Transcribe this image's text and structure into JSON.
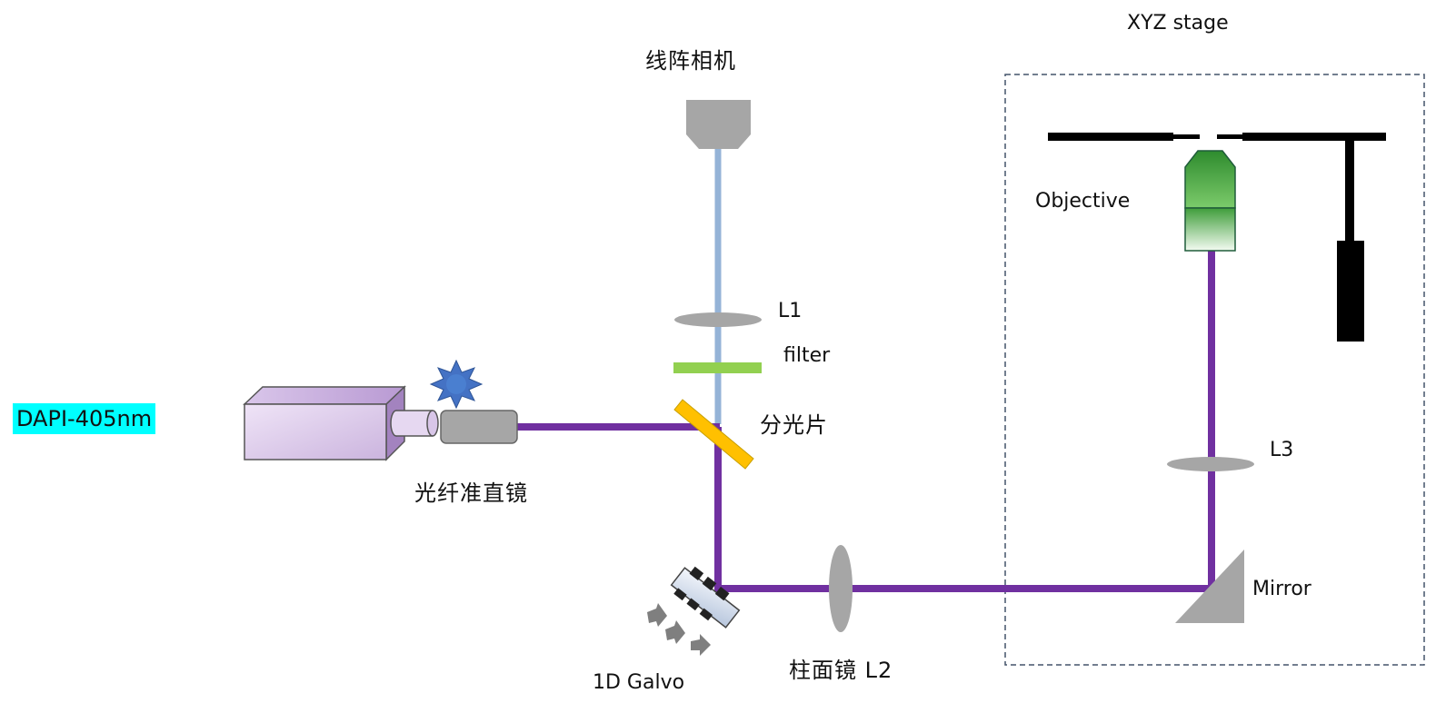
{
  "labels": {
    "stage": "XYZ stage",
    "camera": "线阵相机",
    "objective": "Objective",
    "l1": "L1",
    "filter": "filter",
    "splitter": "分光片",
    "l3": "L3",
    "collimator": "光纤准直镜",
    "mirror": "Mirror",
    "galvo": "1D Galvo",
    "l2": "柱面镜 L2",
    "source": "DAPI-405nm"
  },
  "colors": {
    "excitation_beam": "#7030A0",
    "emission_beam": "#95B3D7",
    "filter": "#92D050",
    "splitter": "#FFC000",
    "optics_gray": "#A6A6A6",
    "source_highlight": "#00FFFF",
    "led_blue": "#4472C4",
    "stage_border": "#44546A"
  },
  "icons": {
    "laser": "laser-box-icon",
    "led": "starburst-led-icon",
    "galvo": "galvo-mirror-icon",
    "objective": "microscope-objective-icon"
  }
}
